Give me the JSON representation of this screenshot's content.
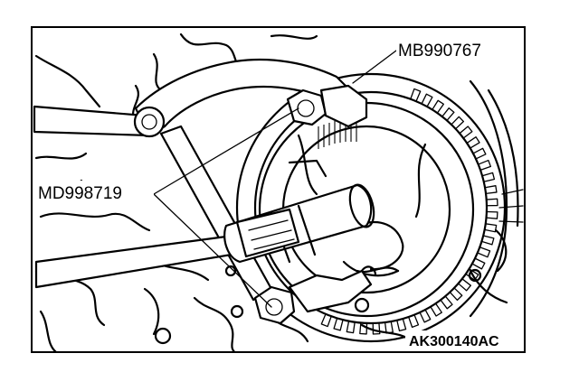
{
  "callouts": {
    "top_tool": "MB990767",
    "left_tool": "MD998719"
  },
  "figure_code": "AK300140AC",
  "colors": {
    "ink": "#000000",
    "paper": "#ffffff"
  }
}
